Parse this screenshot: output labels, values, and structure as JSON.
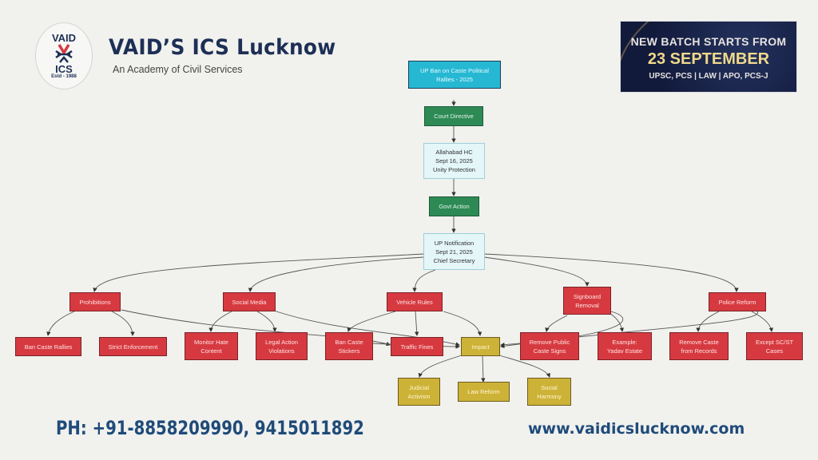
{
  "header": {
    "logo": {
      "top": "VAID",
      "bottom": "ICS",
      "estd": "Estd - 1988",
      "icon": "snowflake-v-emblem-icon"
    },
    "title": "VAID’S ICS Lucknow",
    "subtitle": "An Academy of Civil Services"
  },
  "banner": {
    "line1": "NEW BATCH STARTS FROM",
    "line2": "23 SEPTEMBER",
    "line3": "UPSC, PCS | LAW | APO, PCS-J"
  },
  "diagram": {
    "nodes": {
      "root": "UP Ban on Caste Political\nRallies - 2025",
      "court": "Court Directive",
      "hc": "Allahabad HC\nSept 16, 2025\nUnity Protection",
      "govt": "Govt Action",
      "notif": "UP Notification\nSept 21, 2025\nChief Secretary",
      "prohib": "Prohibitions",
      "social": "Social Media",
      "vehicle": "Vehicle Rules",
      "signboard": "Signboard\nRemoval",
      "police": "Police Reform",
      "banrallies": "Ban Caste Rallies",
      "strict": "Strict Enforcement",
      "monitor": "Monitor Hate\nContent",
      "legal": "Legal Action\nViolations",
      "stickers": "Ban Caste\nStickers",
      "fines": "Traffic Fines",
      "impact": "Impact",
      "removesigns": "Remove Public\nCaste Signs",
      "example": "Example:\nYadav Estate",
      "records": "Remove Caste\nfrom Records",
      "except": "Except SC/ST\nCases",
      "judicial": "Judicial\nActivism",
      "lawreform": "Law Reform",
      "harmony": "Social\nHarmony"
    },
    "colors": {
      "root": "#26b8d3",
      "action": "#2d8a55",
      "info": "#e4f6f8",
      "measure": "#d63a40",
      "impact": "#cdb238"
    }
  },
  "footer": {
    "phone": "PH: +91-8858209990, 9415011892",
    "website": "www.vaidicslucknow.com"
  }
}
